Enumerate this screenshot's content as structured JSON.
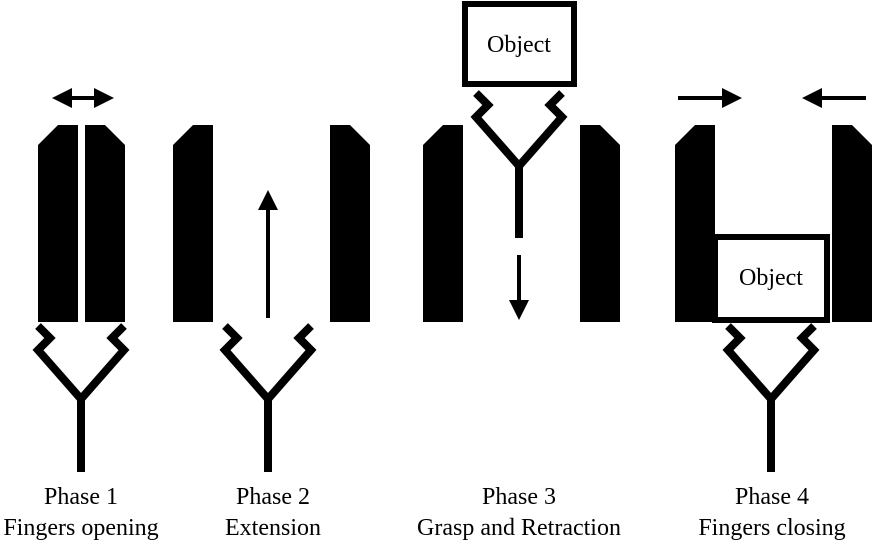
{
  "phases": [
    {
      "title": "Phase 1",
      "subtitle": "Fingers opening"
    },
    {
      "title": "Phase 2",
      "subtitle": "Extension"
    },
    {
      "title": "Phase 3",
      "subtitle": "Grasp and Retraction"
    },
    {
      "title": "Phase 4",
      "subtitle": "Fingers closing"
    }
  ],
  "object_label": "Object",
  "colors": {
    "ink": "#000000",
    "background": "#ffffff"
  }
}
